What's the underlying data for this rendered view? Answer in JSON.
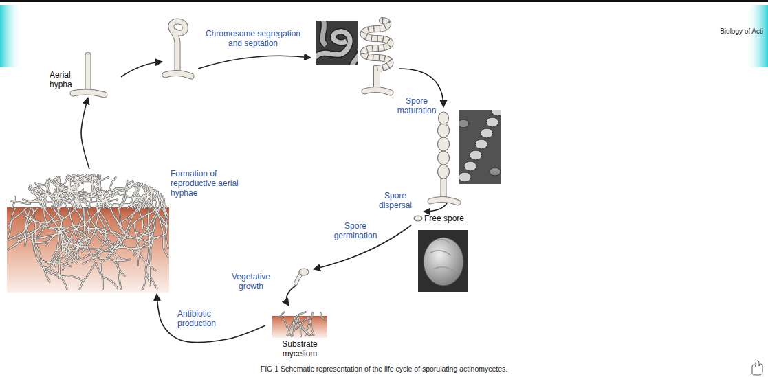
{
  "diagram": {
    "caption": "FIG 1 Schematic representation of the life cycle of sporulating actinomycetes.",
    "nodes": [
      {
        "text": [
          "Aerial hypha"
        ]
      },
      {
        "text": [
          "Free spore"
        ]
      },
      {
        "text": [
          "Formation of reproductive aerial hyphae"
        ]
      },
      {
        "text": [
          "Substrate mycelium"
        ]
      }
    ],
    "edges": [
      {
        "from": 3,
        "to": 2,
        "label": "Antibiotic production",
        "arrow": "to"
      },
      {
        "from": 2,
        "to": 0,
        "arrow": "to"
      }
    ],
    "labels": [
      "Biology of Acti",
      "Chromosome segregation and septation",
      "Spore maturation",
      "Spore dispersal",
      "Spore germination",
      "Vegetative growth"
    ]
  }
}
